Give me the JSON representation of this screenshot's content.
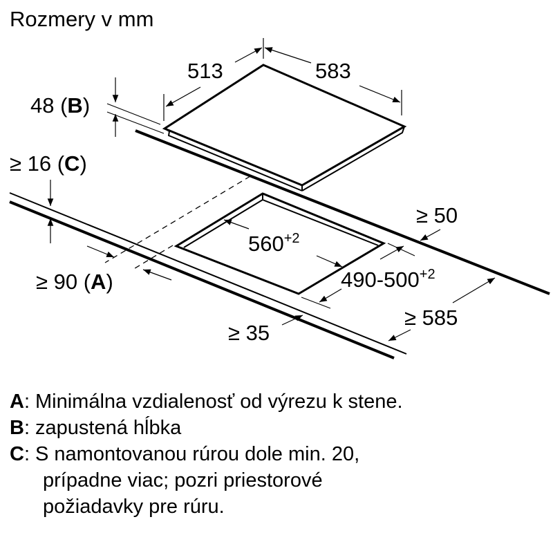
{
  "title": "Rozmery v mm",
  "dimensions": {
    "hob_depth": "513",
    "hob_width": "583",
    "recess_depth_value": "48",
    "recess_depth_key": "B",
    "worktop_thickness_prefix": "≥ 16",
    "worktop_thickness_key": "C",
    "cutout_width": "560",
    "cutout_width_tol": "+2",
    "cutout_depth": "490-500",
    "cutout_depth_tol": "+2",
    "wall_distance_prefix": "≥ 90",
    "wall_distance_key": "A",
    "front_distance": "≥ 35",
    "rear_distance": "≥ 50",
    "worktop_depth": "≥ 585"
  },
  "legend": [
    {
      "key": "A",
      "text": "Minimálna vzdialenosť od výrezu k stene."
    },
    {
      "key": "B",
      "text": "zapustená hĺbka"
    },
    {
      "key": "C",
      "text": "S namontovanou rúrou dole min. 20,",
      "continuation": [
        "prípadne viac; pozri priestorové",
        "požiadavky pre rúru."
      ]
    }
  ]
}
